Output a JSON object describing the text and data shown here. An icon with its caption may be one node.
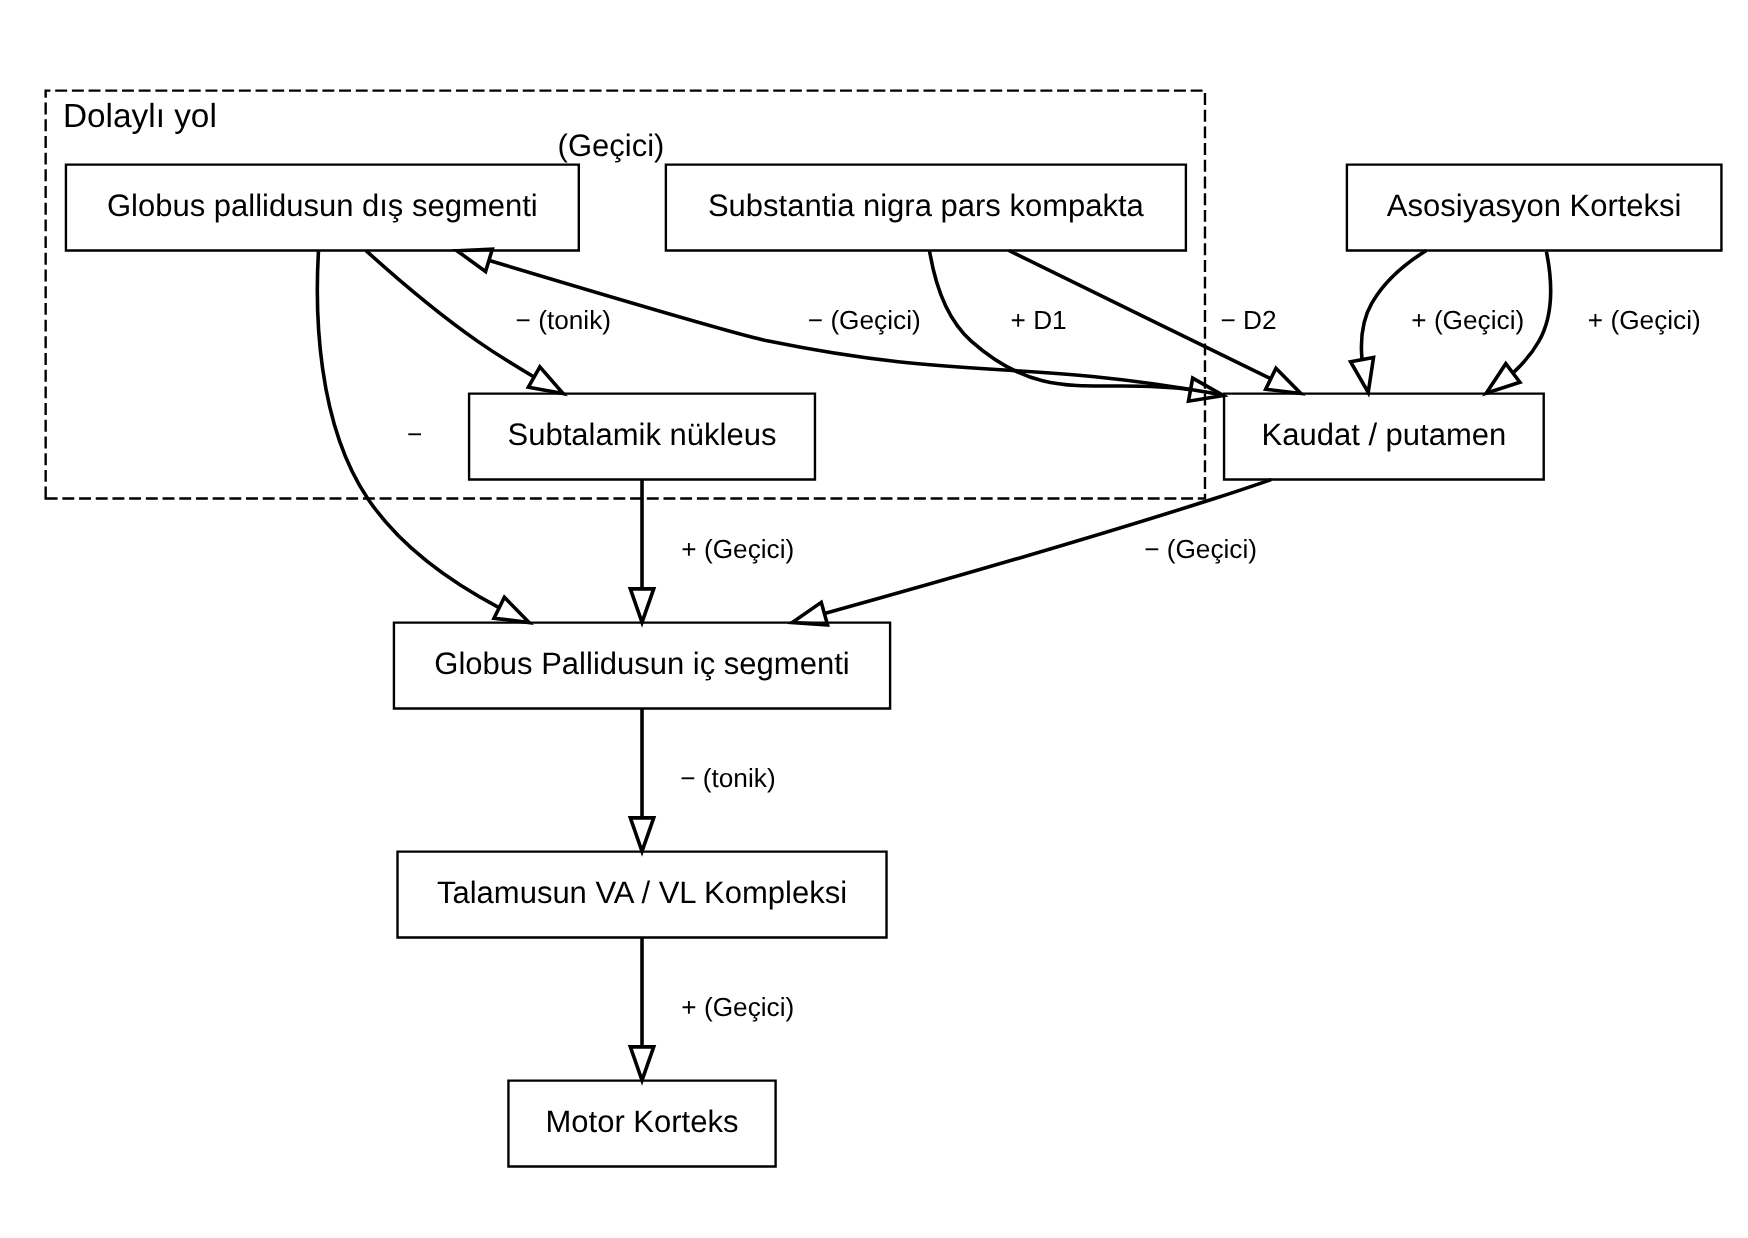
{
  "diagram": {
    "nodes": [
      {
        "text": [
          "Dolaylı yol"
        ]
      },
      {
        "text": [
          "Asosiyasyon Korteksi"
        ]
      },
      {
        "text": [
          "Motor Korteks"
        ]
      },
      {
        "text": [
          "Substantia nigra pars kompakta"
        ],
        "in": 0,
        "beside": [
          "(Geçici)"
        ]
      },
      {
        "text": [
          "Kaudat / putamen"
        ]
      },
      {
        "text": [
          "Talamusun VA / VL Kompleksi"
        ]
      },
      {
        "text": [
          "Globus pallidusun dış segmenti"
        ],
        "in": 0
      },
      {
        "text": [
          "Globus Pallidusun iç segmenti"
        ]
      },
      {
        "text": [
          "Subtalamik nükleus"
        ],
        "in": 0
      }
    ],
    "edges": [
      {
        "from": 1,
        "to": 4,
        "arrow": "to",
        "label": "+ (Geçici)"
      },
      {
        "from": 1,
        "to": 4,
        "arrow": "to",
        "label": "+ (Geçici)"
      },
      {
        "from": 3,
        "to": 4,
        "arrow": "to",
        "label": "+ D1"
      },
      {
        "from": 3,
        "to": 4,
        "arrow": "to",
        "label": "− D2"
      },
      {
        "from": 4,
        "to": 6,
        "arrow": "to",
        "label": "− (Geçici)"
      },
      {
        "from": 4,
        "to": 7,
        "arrow": "to",
        "label": "− (Geçici)"
      },
      {
        "from": 6,
        "to": 7,
        "arrow": "to",
        "label": "−"
      },
      {
        "from": 6,
        "to": 8,
        "arrow": "to",
        "label": "− (tonik)"
      },
      {
        "from": 8,
        "to": 7,
        "arrow": "to",
        "label": "+ (Geçici)"
      },
      {
        "from": 7,
        "to": 5,
        "arrow": "to",
        "label": "− (tonik)"
      },
      {
        "from": 5,
        "to": 2,
        "arrow": "to",
        "label": "+ (Geçici)"
      }
    ]
  }
}
